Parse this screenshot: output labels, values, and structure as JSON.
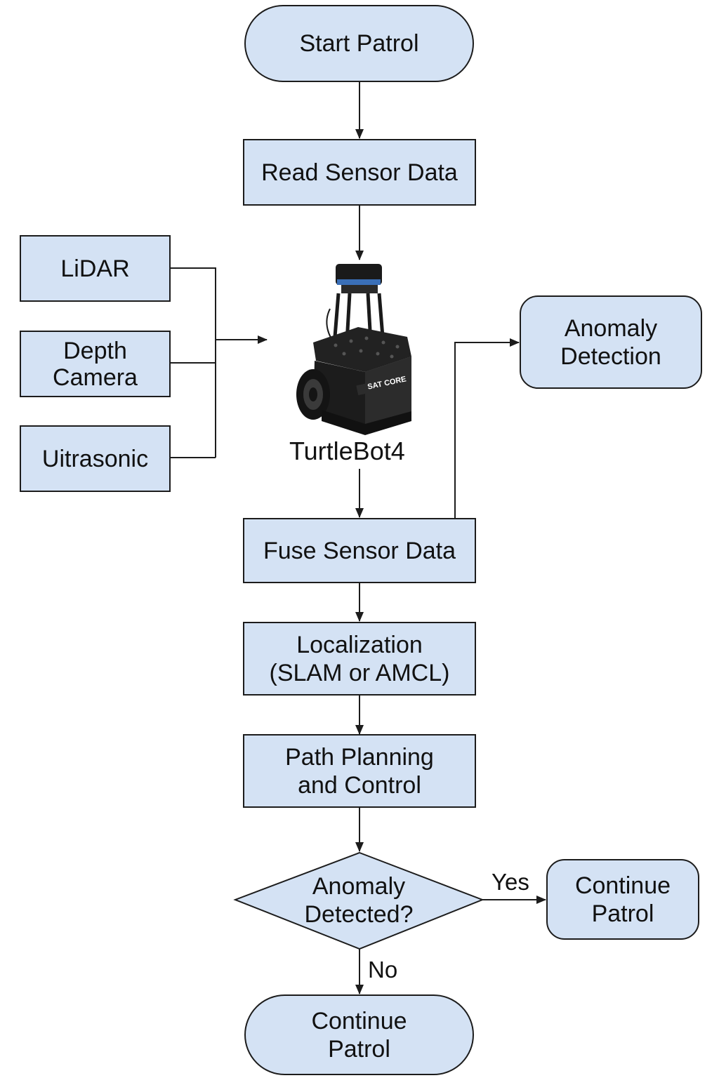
{
  "nodes": {
    "start": "Start Patrol",
    "read": "Read Sensor Data",
    "lidar": "LiDAR",
    "depth": [
      "Depth",
      "Camera"
    ],
    "ultra": "Uitrasonic",
    "robot_name": "TurtleBot4",
    "robot_brand": "SAT CORE",
    "anomaly_detection": [
      "Anomaly",
      "Detection"
    ],
    "fuse": "Fuse Sensor Data",
    "localization": [
      "Localization",
      "(SLAM or AMCL)"
    ],
    "path": [
      "Path Planning",
      "and Control"
    ],
    "decision": [
      "Anomaly",
      "Detected?"
    ],
    "yes_target": [
      "Continue",
      "Patrol"
    ],
    "end": [
      "Continue",
      "Patrol"
    ]
  },
  "edges": {
    "yes": "Yes",
    "no": "No"
  },
  "colors": {
    "node_fill": "#d4e2f4",
    "stroke": "#1c1c1c"
  }
}
